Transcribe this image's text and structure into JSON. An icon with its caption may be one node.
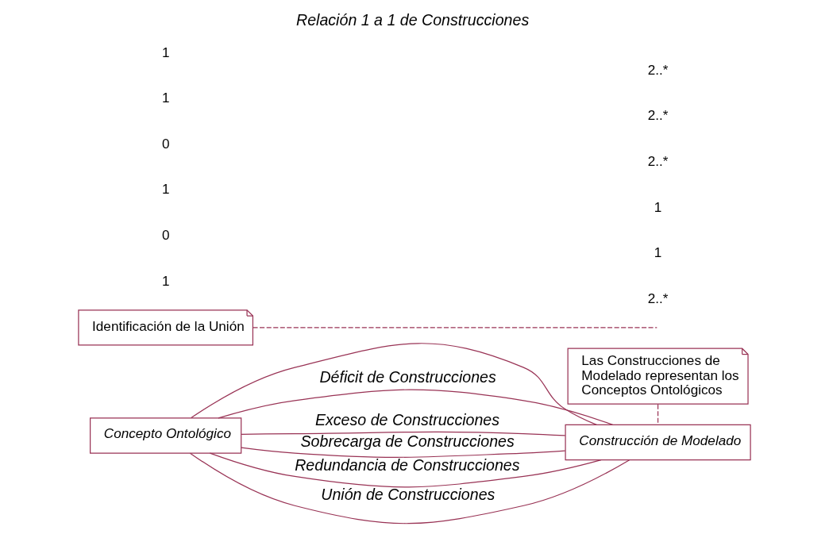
{
  "diagram": {
    "title": "Relación 1 a 1 de Construcciones",
    "nodes": [
      {
        "text": [
          "Concepto Ontológico"
        ]
      },
      {
        "text": [
          "Construcción de Modelado"
        ]
      },
      {
        "text": [
          "Las Construcciones de Modelado representan los Conceptos Ontológicos"
        ]
      },
      {
        "text": [
          "Identificación de la Unión"
        ]
      }
    ],
    "edges": [
      {
        "from": 0,
        "to": 1,
        "arrow": "none"
      },
      {
        "from": 0,
        "to": 1,
        "arrow": "none",
        "label": "Déficit de Construcciones"
      },
      {
        "from": 0,
        "to": 1,
        "arrow": "none",
        "label": "Exceso de Construcciones"
      },
      {
        "from": 0,
        "to": 1,
        "arrow": "none",
        "label": "Sobrecarga de Construcciones"
      },
      {
        "from": 0,
        "to": 1,
        "arrow": "none",
        "label": "Redundancia de Construcciones"
      },
      {
        "from": 0,
        "to": 1,
        "arrow": "none",
        "label": "Unión de Construcciones"
      },
      {
        "from": 2,
        "to": 1,
        "arrow": "none",
        "style": "dashed"
      },
      {
        "from": 3,
        "to": null,
        "arrow": "none",
        "style": "dashed"
      }
    ],
    "labels": [
      "1",
      "0",
      "1",
      "0",
      "1",
      "1",
      "2..*",
      "1",
      "1",
      "2..*",
      "2..*",
      "2..*"
    ]
  }
}
